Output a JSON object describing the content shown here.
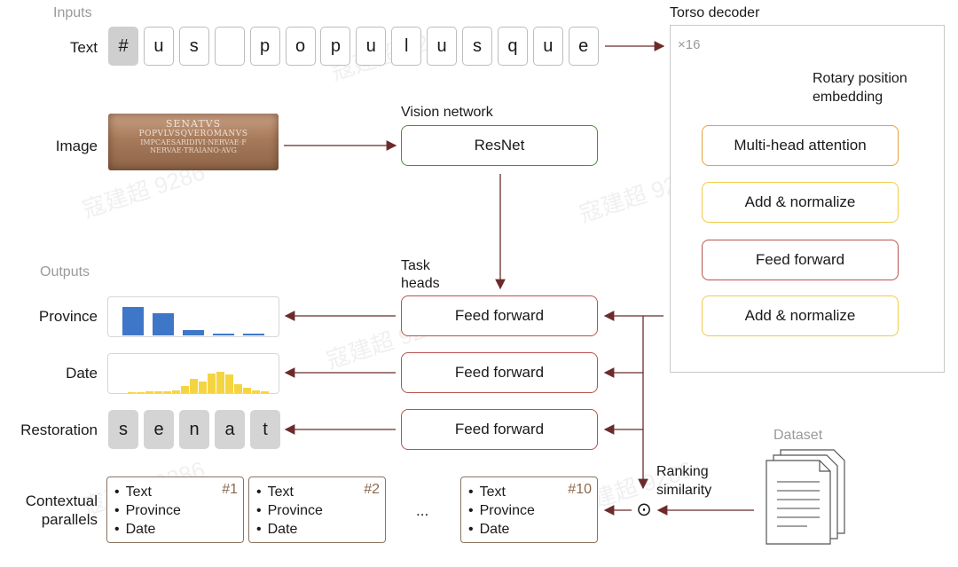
{
  "inputs_heading": "Inputs",
  "outputs_heading": "Outputs",
  "labels": {
    "text": "Text",
    "image": "Image",
    "province": "Province",
    "date": "Date",
    "restoration": "Restoration",
    "contextual_line1": "Contextual",
    "contextual_line2": "parallels"
  },
  "text_tokens": [
    "#",
    "u",
    "s",
    "",
    "p",
    "o",
    "p",
    "u",
    "l",
    "u",
    "s",
    "q",
    "u",
    "e"
  ],
  "image_inscription": {
    "line1": "SENATVS",
    "line2": "POPVLVSQVEROMANVS",
    "line3": "IMPCAESARIDIVI·NERVAE·F",
    "line4": "NERVAE·TRAIANO·AVG"
  },
  "vision": {
    "heading": "Vision network",
    "box": "ResNet"
  },
  "task_heads": {
    "line1": "Task",
    "line2": "heads"
  },
  "heads": [
    "Feed forward",
    "Feed forward",
    "Feed forward"
  ],
  "torso": {
    "title": "Torso decoder",
    "repeat": "×16",
    "rope_line1": "Rotary position",
    "rope_line2": "embedding",
    "blocks": [
      "Multi-head attention",
      "Add & normalize",
      "Feed forward",
      "Add & normalize"
    ]
  },
  "restoration_tokens": [
    "s",
    "e",
    "n",
    "a",
    "t"
  ],
  "province_bars": [
    0.85,
    0.65,
    0.16,
    0.05,
    0.05
  ],
  "date_bars": [
    0.03,
    0.03,
    0.04,
    0.05,
    0.06,
    0.08,
    0.22,
    0.42,
    0.34,
    0.58,
    0.62,
    0.56,
    0.26,
    0.15,
    0.08,
    0.04
  ],
  "ranking": {
    "line1": "Ranking",
    "line2": "similarity",
    "symbol": "⊙"
  },
  "dataset": "Dataset",
  "parallels": [
    {
      "num": "#1",
      "items": [
        "Text",
        "Province",
        "Date"
      ]
    },
    {
      "num": "#2",
      "items": [
        "Text",
        "Province",
        "Date"
      ]
    },
    {
      "num": "#10",
      "items": [
        "Text",
        "Province",
        "Date"
      ]
    }
  ],
  "ellipsis": "...",
  "watermark": "寇建超 9286",
  "colors": {
    "province_bar": "#3e77c8",
    "date_bar": "#f5d442",
    "arrow": "#6b2b2b"
  }
}
